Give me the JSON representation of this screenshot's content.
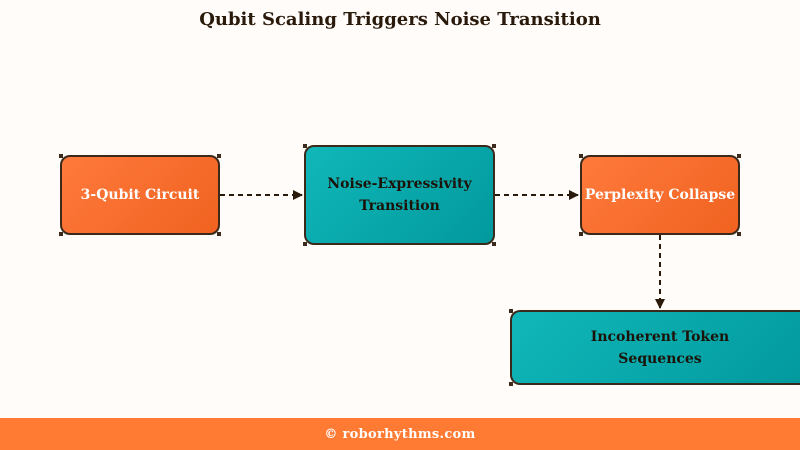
{
  "title": "Qubit Scaling Triggers Noise Transition",
  "nodes": [
    {
      "id": "n1",
      "label": "3-Qubit Circuit"
    },
    {
      "id": "n2",
      "label_lines": [
        "Noise-Expressivity",
        "Transition"
      ]
    },
    {
      "id": "n3",
      "label": "Perplexity Collapse"
    },
    {
      "id": "n4",
      "label_lines": [
        "Incoherent Token",
        "Sequences"
      ]
    }
  ],
  "edges": [
    {
      "from": "n1",
      "to": "n2",
      "style": "dashed"
    },
    {
      "from": "n2",
      "to": "n3",
      "style": "dashed"
    },
    {
      "from": "n3",
      "to": "n4",
      "style": "dashed"
    }
  ],
  "colors": {
    "accent_orange": "#f36a2a",
    "accent_teal": "#05a5a8",
    "edge": "#2a1a0c",
    "footer": "#ff7a33"
  },
  "footer": {
    "text": "© roborhythms.com"
  }
}
